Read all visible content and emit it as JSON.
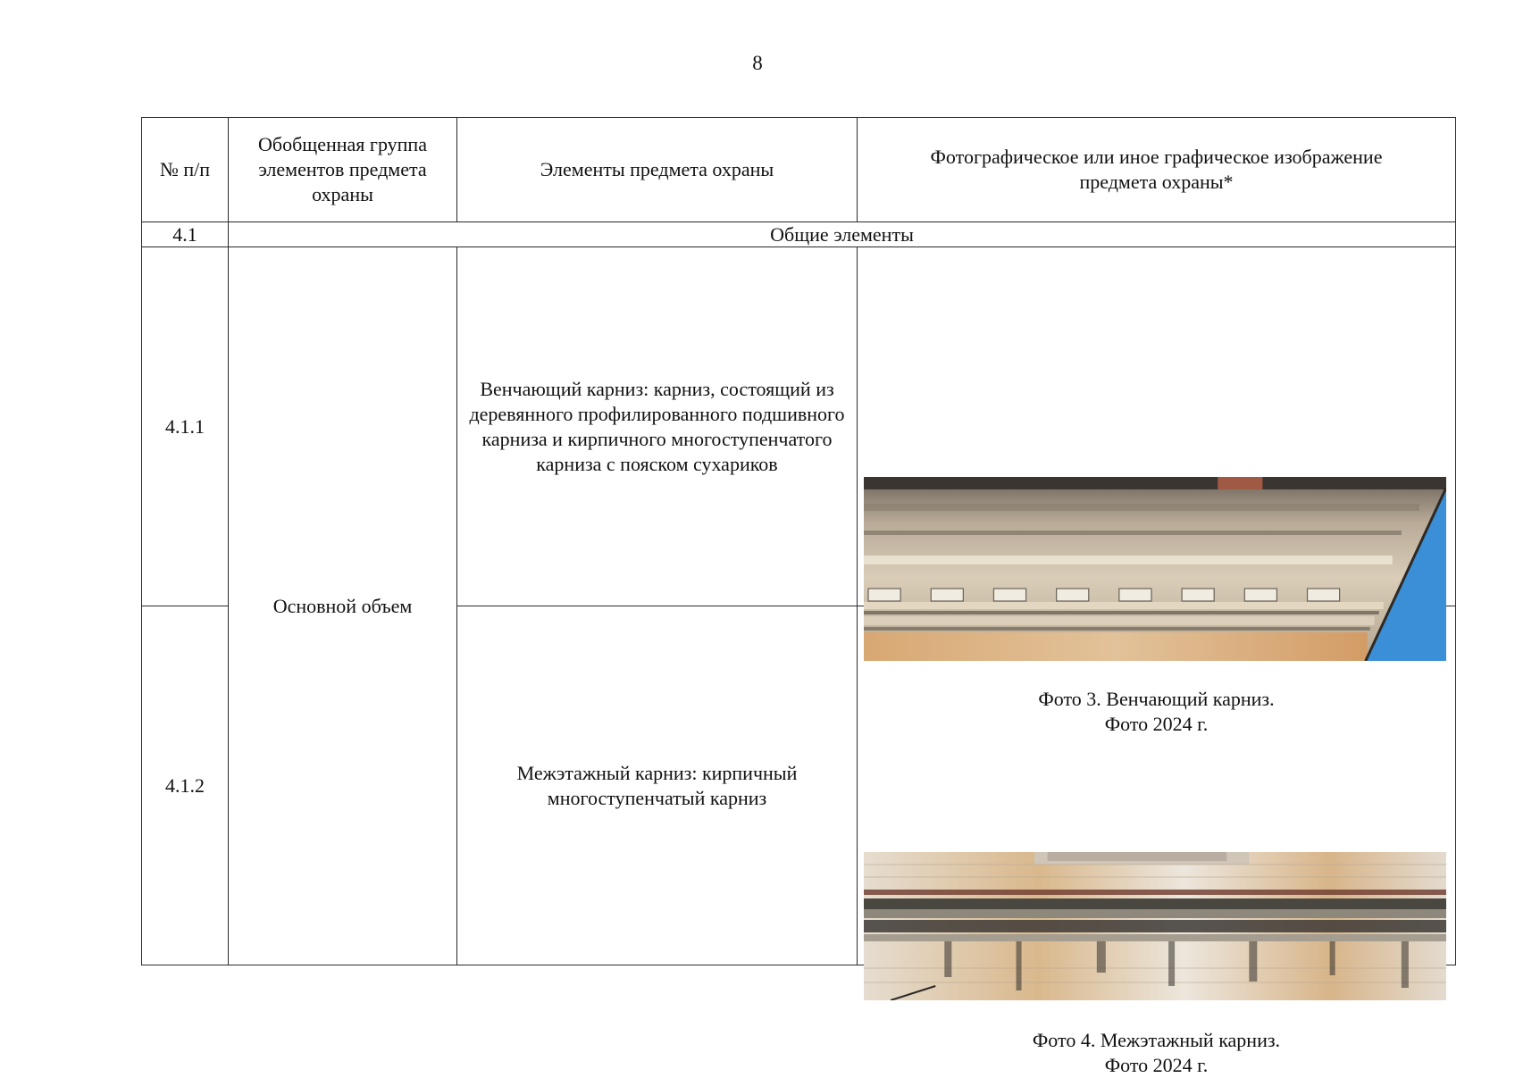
{
  "page_number": "8",
  "table": {
    "headers": {
      "num": "№ п/п",
      "group": "Обобщенная группа элементов предмета охраны",
      "elements": "Элементы предмета охраны",
      "image": "Фотографическое или иное графическое изображение предмета охраны*"
    },
    "section": {
      "num": "4.1",
      "title": "Общие элементы"
    },
    "group_cell": "Основной объем",
    "rows": [
      {
        "num": "4.1.1",
        "elements": "Венчающий карниз: карниз, состоящий из деревянного профилированного подшивного карниза и кирпичного многоступенчатого карниза с пояском сухариков",
        "caption_line1": "Фото 3. Венчающий карниз.",
        "caption_line2": "Фото 2024 г."
      },
      {
        "num": "4.1.2",
        "elements": "Межэтажный карниз: кирпичный многоступенчатый карниз",
        "caption_line1": "Фото 4. Межэтажный карниз.",
        "caption_line2": "Фото 2024 г."
      }
    ]
  },
  "colors": {
    "sky": "#3b8fd6",
    "brick_light": "#e8d8c2",
    "brick_warm": "#d7a06a",
    "grime": "#3d3a36"
  }
}
